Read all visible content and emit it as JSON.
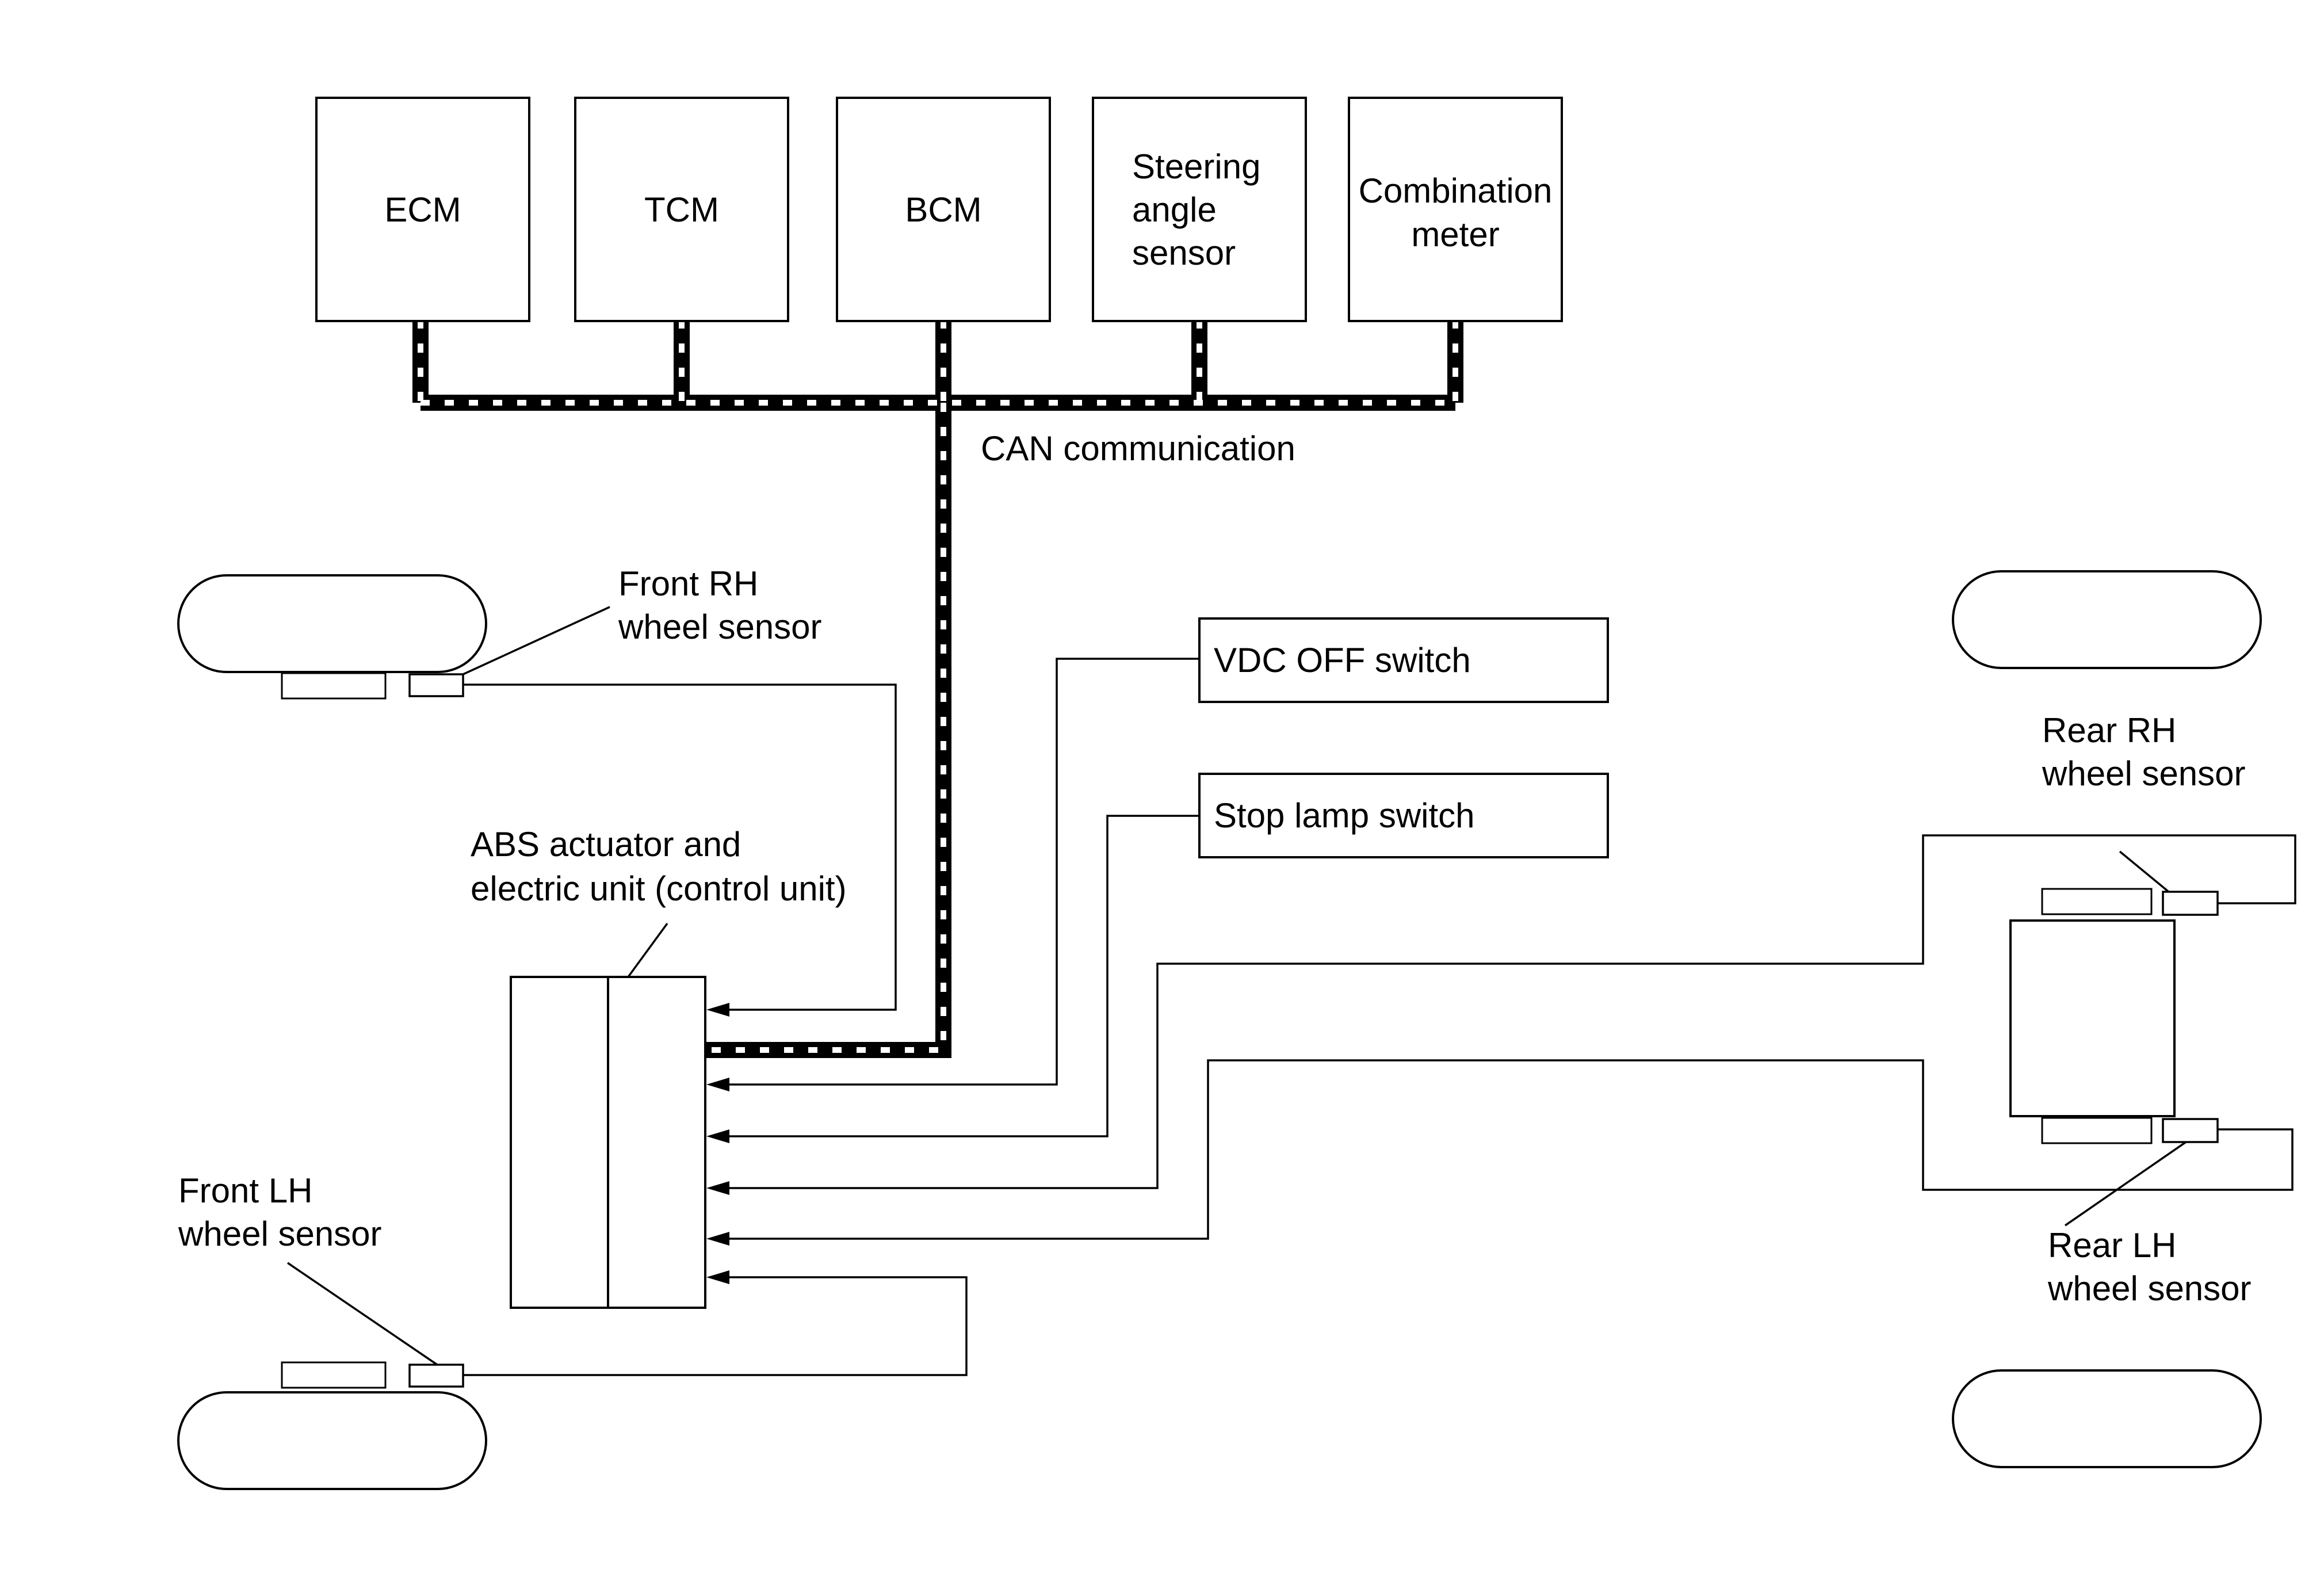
{
  "modules": {
    "ecm": [
      "ECM"
    ],
    "tcm": [
      "TCM"
    ],
    "bcm": [
      "BCM"
    ],
    "steering": [
      "Steering",
      "angle",
      "sensor"
    ],
    "meter": [
      "Combination",
      "meter"
    ]
  },
  "can_label": "CAN communication",
  "switches": {
    "vdc_off": "VDC OFF switch",
    "stop_lamp": "Stop lamp switch"
  },
  "abs_unit": [
    "ABS actuator and",
    "electric unit (control unit)"
  ],
  "sensors": {
    "front_rh": [
      "Front RH",
      "wheel sensor"
    ],
    "front_lh": [
      "Front LH",
      "wheel sensor"
    ],
    "rear_rh": [
      "Rear RH",
      "wheel sensor"
    ],
    "rear_lh": [
      "Rear LH",
      "wheel sensor"
    ]
  }
}
